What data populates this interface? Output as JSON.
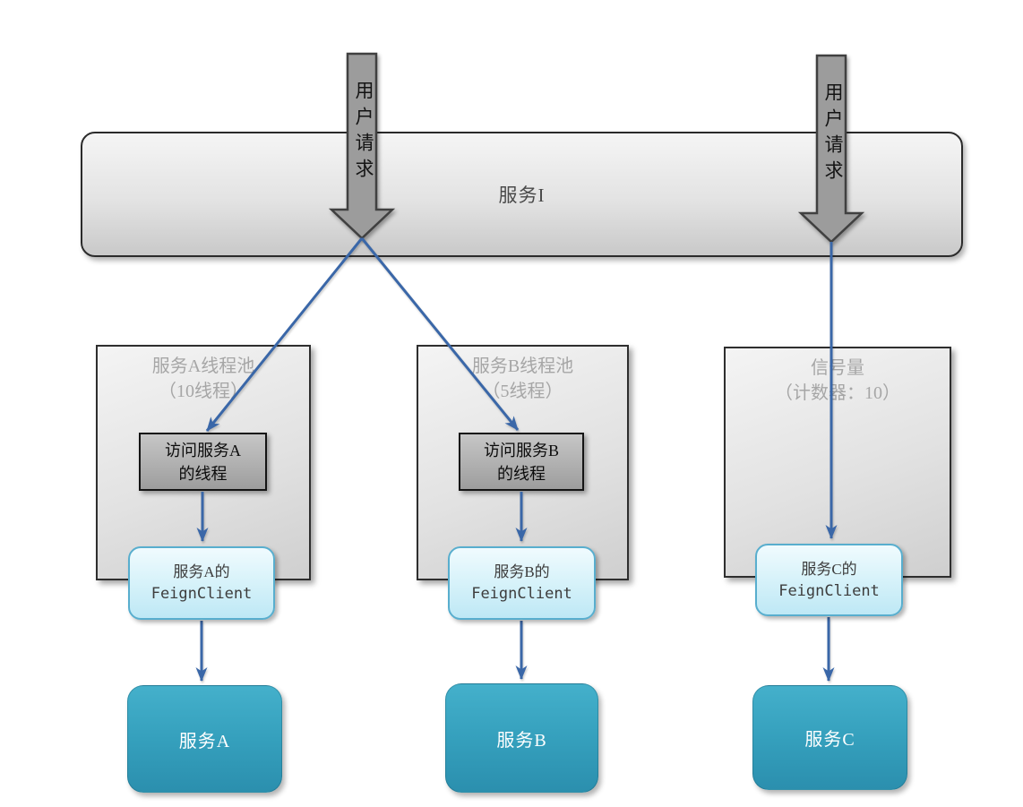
{
  "diagram": {
    "user_request": {
      "label": "用户请求"
    },
    "service_entry": {
      "label": "服务I"
    },
    "lanes": [
      {
        "container": {
          "title_line1": "服务A线程池",
          "title_line2": "（10线程）"
        },
        "thread_box": {
          "line1": "访问服务A",
          "line2": "的线程"
        },
        "feign_client": {
          "line1": "服务A的",
          "line2": "FeignClient"
        },
        "service": {
          "label": "服务A"
        }
      },
      {
        "container": {
          "title_line1": "服务B线程池",
          "title_line2": "（5线程）"
        },
        "thread_box": {
          "line1": "访问服务B",
          "line2": "的线程"
        },
        "feign_client": {
          "line1": "服务B的",
          "line2": "FeignClient"
        },
        "service": {
          "label": "服务B"
        }
      },
      {
        "container": {
          "title_line1": "信号量",
          "title_line2": "（计数器：10）"
        },
        "feign_client": {
          "line1": "服务C的",
          "line2": "FeignClient"
        },
        "service": {
          "label": "服务C"
        }
      }
    ],
    "colors": {
      "connector_blue": "#3A67A8",
      "arrow_fill_gray": "#9C9C9C",
      "arrow_border_gray": "#404040",
      "box_border_dark": "#2E2E2E",
      "pool_title_gray": "#A6A6A6",
      "feign_border_blue": "#58AECE",
      "feign_fill_blue": "#CDEEF8",
      "service_fill_teal": "#31A0BD"
    }
  }
}
